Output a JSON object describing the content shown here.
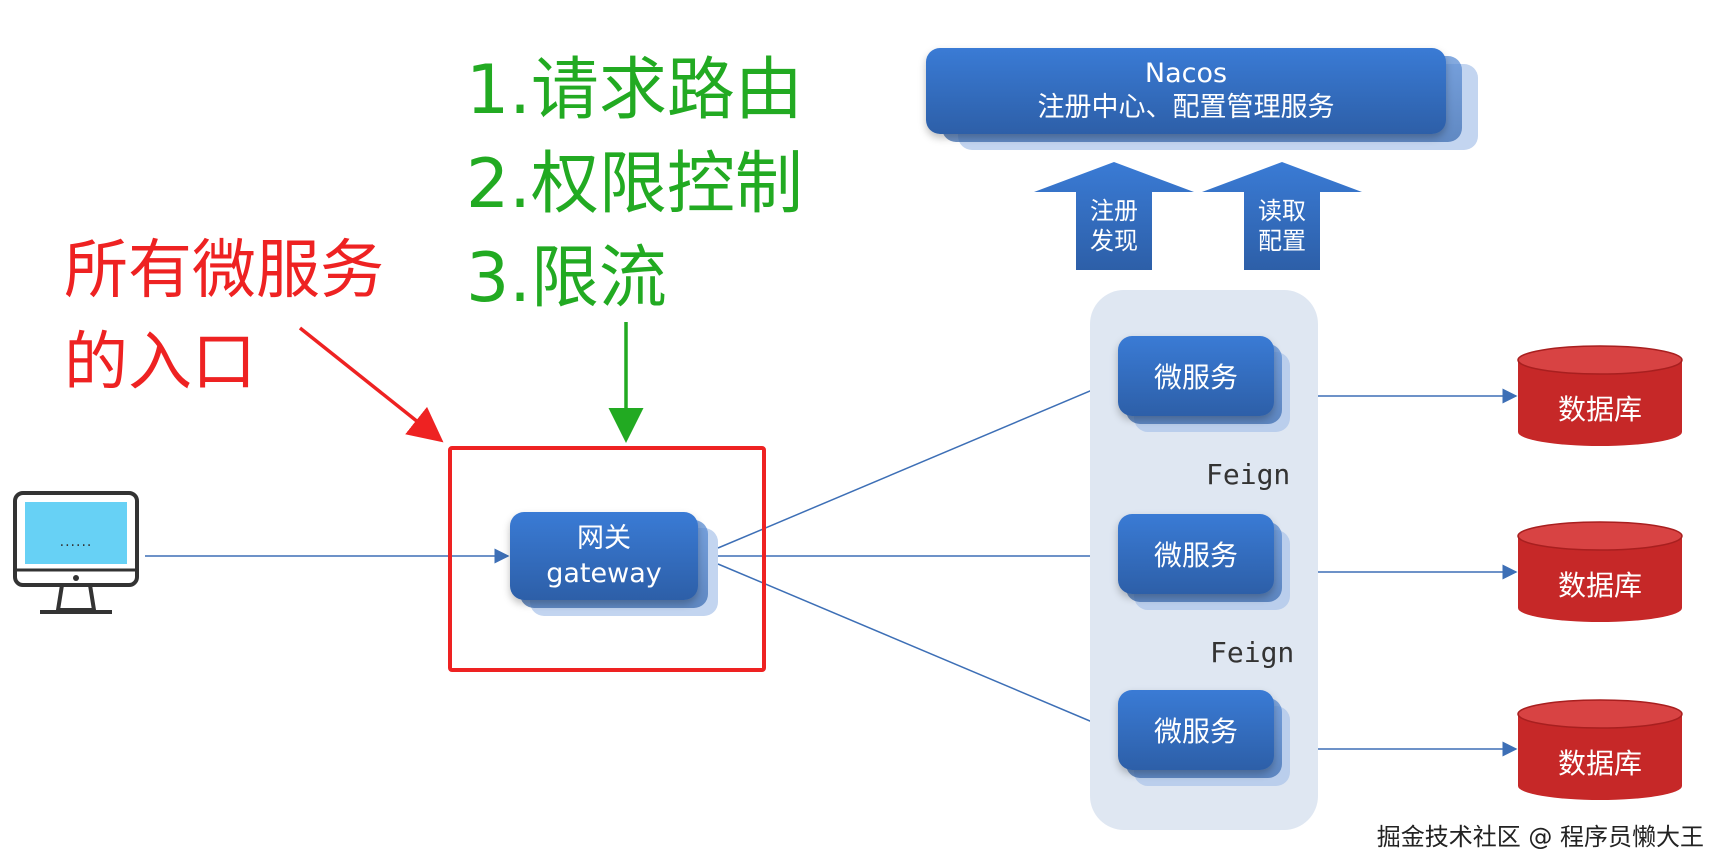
{
  "annotations": {
    "entry_lines": [
      "所有微服务",
      "的入口"
    ],
    "gateway_features": [
      "1.请求路由",
      "2.权限控制",
      "3.限流"
    ]
  },
  "nacos": {
    "title": "Nacos",
    "subtitle": "注册中心、配置管理服务"
  },
  "up_arrows": [
    {
      "lines": [
        "注册",
        "发现"
      ]
    },
    {
      "lines": [
        "读取",
        "配置"
      ]
    }
  ],
  "gateway": {
    "line1": "网关",
    "line2": "gateway"
  },
  "client": {
    "screen_text": "......"
  },
  "services": [
    {
      "label": "微服务"
    },
    {
      "label": "微服务"
    },
    {
      "label": "微服务"
    }
  ],
  "feign_labels": [
    "Feign",
    "Feign"
  ],
  "databases": [
    {
      "label": "数据库"
    },
    {
      "label": "数据库"
    },
    {
      "label": "数据库"
    }
  ],
  "footer": {
    "watermark": "掘金技术社区 @ 程序员懒大王"
  },
  "colors": {
    "annotation_red": "#ee2222",
    "annotation_green": "#22aa22",
    "box_blue": "#2d5fa8",
    "database_red": "#c62828",
    "feign_green": "#8ab34a"
  }
}
